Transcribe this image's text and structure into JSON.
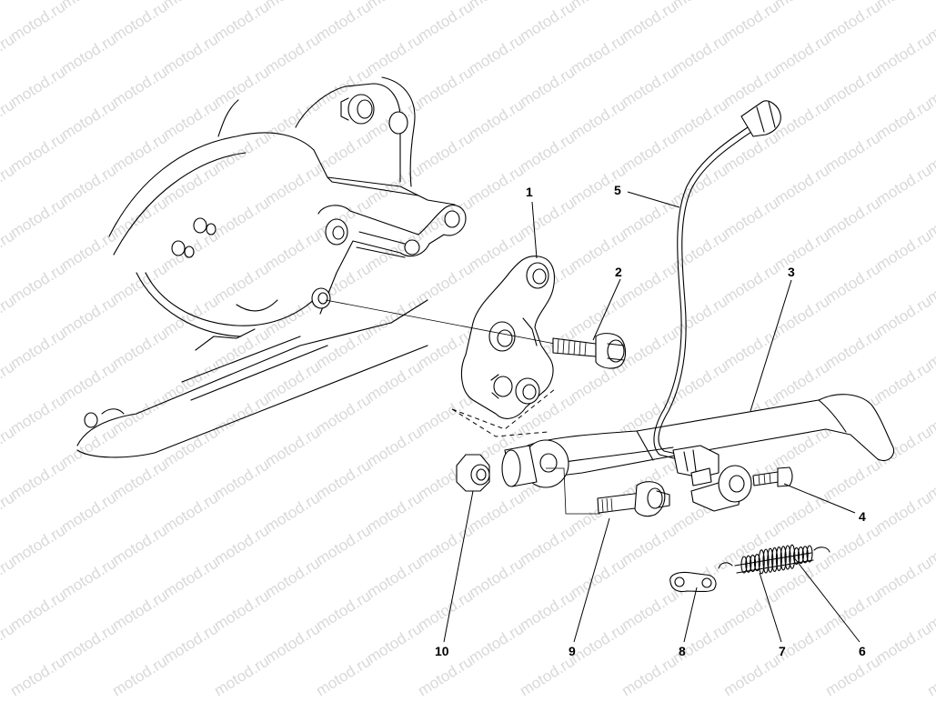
{
  "watermark": "motod.ru",
  "callouts": [
    {
      "id": "1",
      "label": "1"
    },
    {
      "id": "2",
      "label": "2"
    },
    {
      "id": "3",
      "label": "3"
    },
    {
      "id": "4",
      "label": "4"
    },
    {
      "id": "5",
      "label": "5"
    },
    {
      "id": "6",
      "label": "6"
    },
    {
      "id": "7",
      "label": "7"
    },
    {
      "id": "8",
      "label": "8"
    },
    {
      "id": "9",
      "label": "9"
    },
    {
      "id": "10",
      "label": "10"
    }
  ]
}
